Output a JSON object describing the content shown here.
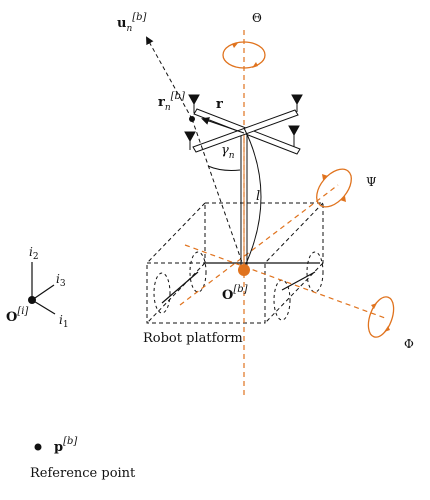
{
  "labels": {
    "u_main": "u",
    "u_sub": "n",
    "u_sup": "[b]",
    "theta": "Θ",
    "psi": "Ψ",
    "phi": "Φ",
    "r_n_main": "r",
    "r_n_sub": "n",
    "r_n_sup": "[b]",
    "r": "r",
    "gamma_main": "γ",
    "gamma_sub": "n",
    "l": "l",
    "O_b_main": "O",
    "O_b_sup": "[b]",
    "O_i_main": "O",
    "O_i_sup": "[i]",
    "i1_main": "i",
    "i1_sub": "1",
    "i2_main": "i",
    "i2_sub": "2",
    "i3_main": "i",
    "i3_sub": "3",
    "robot_platform": "Robot platform",
    "p_main": "p",
    "p_sup": "[b]",
    "reference_point": "Reference point"
  },
  "colors": {
    "ink": "#111111",
    "orange": "#e0731e"
  }
}
